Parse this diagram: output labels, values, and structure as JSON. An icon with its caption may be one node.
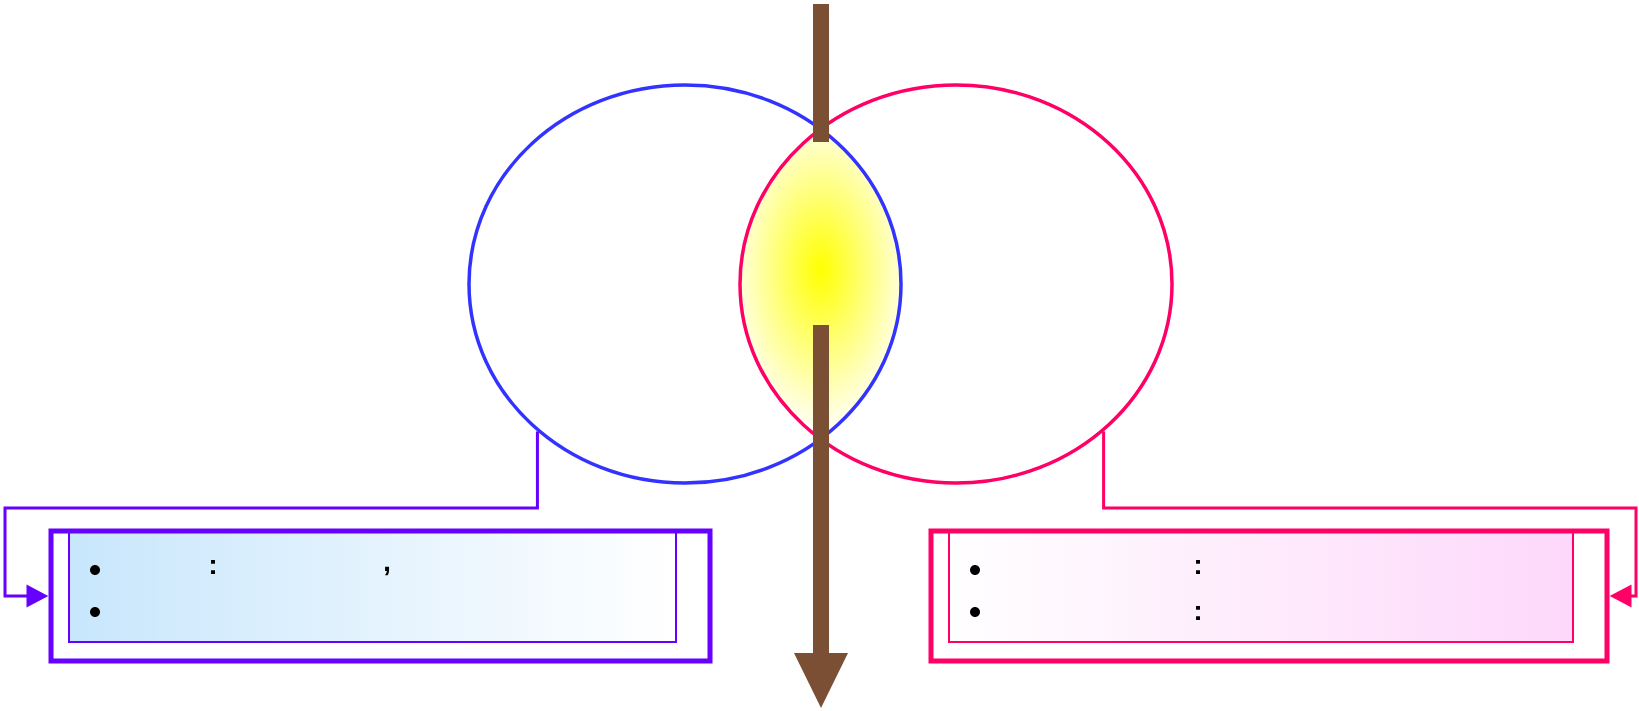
{
  "diagram": {
    "nodes": [
      {
        "text": [],
        "shape": "circle"
      },
      {
        "text": [],
        "shape": "circle"
      },
      {
        "text": [],
        "shape": "box"
      },
      {
        "text": [
          ":",
          ","
        ],
        "in": 2
      },
      {
        "text": [],
        "shape": "box"
      },
      {
        "text": [
          ":",
          ":"
        ],
        "in": 4
      }
    ],
    "edges": [
      {
        "from": 0,
        "to": 2,
        "arrow": "to",
        "color": "#6600ff"
      },
      {
        "from": 1,
        "to": 4,
        "arrow": "to",
        "color": "#ff0066"
      }
    ]
  }
}
